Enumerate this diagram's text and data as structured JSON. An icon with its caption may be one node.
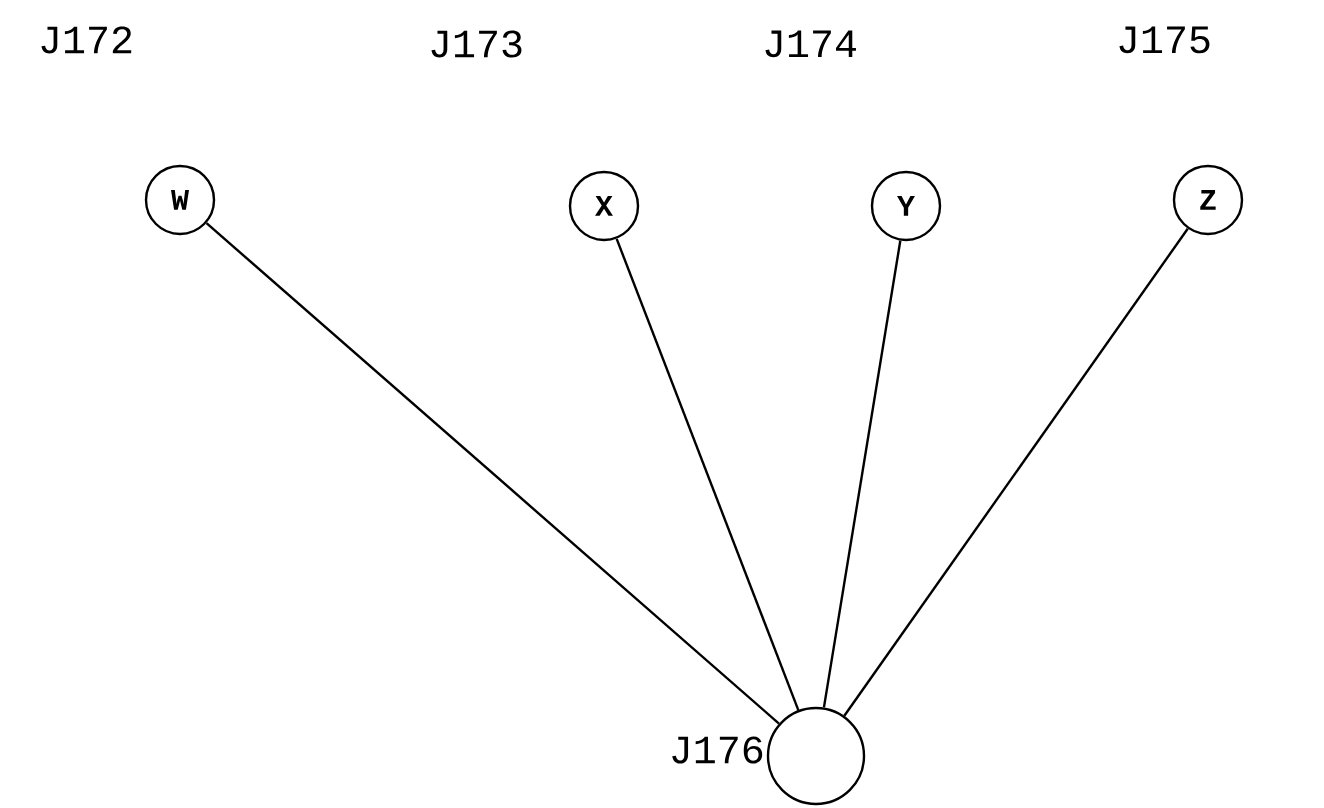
{
  "diagram": {
    "nodes": [
      {
        "text": [
          "W"
        ],
        "beside": [
          "J172"
        ]
      },
      {
        "text": [
          "X"
        ],
        "beside": [
          "J173"
        ]
      },
      {
        "text": [
          "Y"
        ],
        "beside": [
          "J174"
        ]
      },
      {
        "text": [
          "Z"
        ],
        "beside": [
          "J175"
        ]
      },
      {
        "text": [],
        "shape": "circle",
        "beside": [
          "J176"
        ]
      }
    ],
    "edges": [
      {
        "from": 4,
        "to": 0,
        "arrow": "none"
      },
      {
        "from": 4,
        "to": 1,
        "arrow": "none"
      },
      {
        "from": 4,
        "to": 2,
        "arrow": "none"
      },
      {
        "from": 4,
        "to": 3,
        "arrow": "none"
      }
    ]
  }
}
